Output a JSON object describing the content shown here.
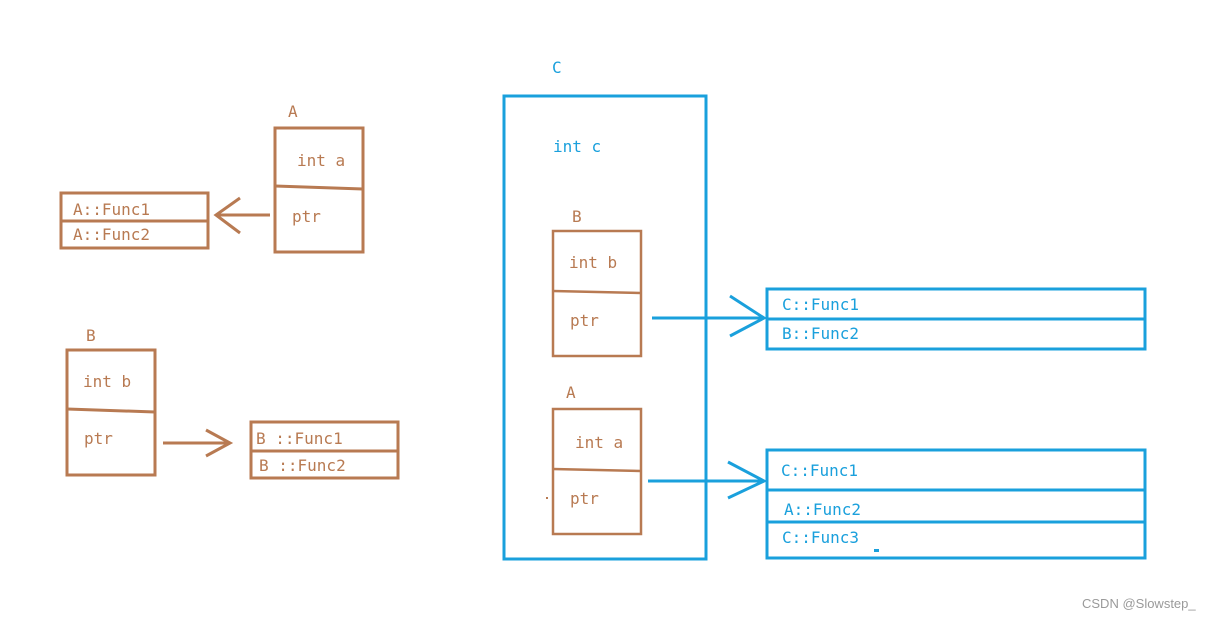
{
  "colors": {
    "brown": "#b87a52",
    "blue": "#1aa0dc"
  },
  "left_a": {
    "name": "A",
    "member": "int a",
    "ptr": "ptr",
    "vtable": [
      "A::Func1",
      "A::Func2"
    ]
  },
  "left_b": {
    "name": "B",
    "member": "int b",
    "ptr": "ptr",
    "vtable": [
      "B ::Func1",
      "B ::Func2"
    ]
  },
  "class_c": {
    "name": "C",
    "member": "int c",
    "sub_b": {
      "name": "B",
      "member": "int b",
      "ptr": "ptr"
    },
    "sub_a": {
      "name": "A",
      "member": "int a",
      "ptr": "ptr"
    },
    "vtable_b": [
      "C::Func1",
      "B::Func2"
    ],
    "vtable_a": [
      "C::Func1",
      "A::Func2",
      "C::Func3"
    ]
  },
  "watermark": "CSDN @Slowstep_"
}
